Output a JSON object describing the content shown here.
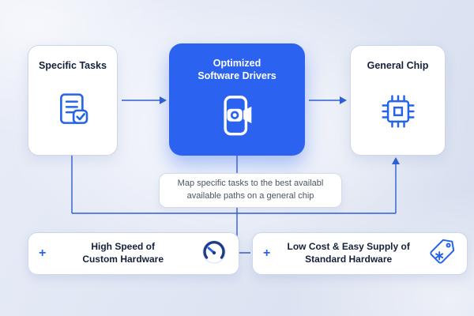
{
  "colors": {
    "accent": "#2563eb",
    "card_blue": "#2b63f0",
    "line": "#2f5fd6",
    "navy": "#1e3a8a"
  },
  "top_row": {
    "specific_tasks": {
      "title": "Specific Tasks"
    },
    "optimized_drivers": {
      "title_line1": "Optimized",
      "title_line2": "Software Drivers"
    },
    "general_chip": {
      "title": "General Chip"
    }
  },
  "note": {
    "line1": "Map specific tasks to the best availabl",
    "line2": "available paths on a general chip"
  },
  "bottom_row": {
    "high_speed": {
      "plus": "+",
      "line1": "High Speed of",
      "line2": "Custom Hardware"
    },
    "low_cost": {
      "plus": "+",
      "line1": "Low Cost & Easy Supply of",
      "line2": "Standard Hardware"
    }
  }
}
